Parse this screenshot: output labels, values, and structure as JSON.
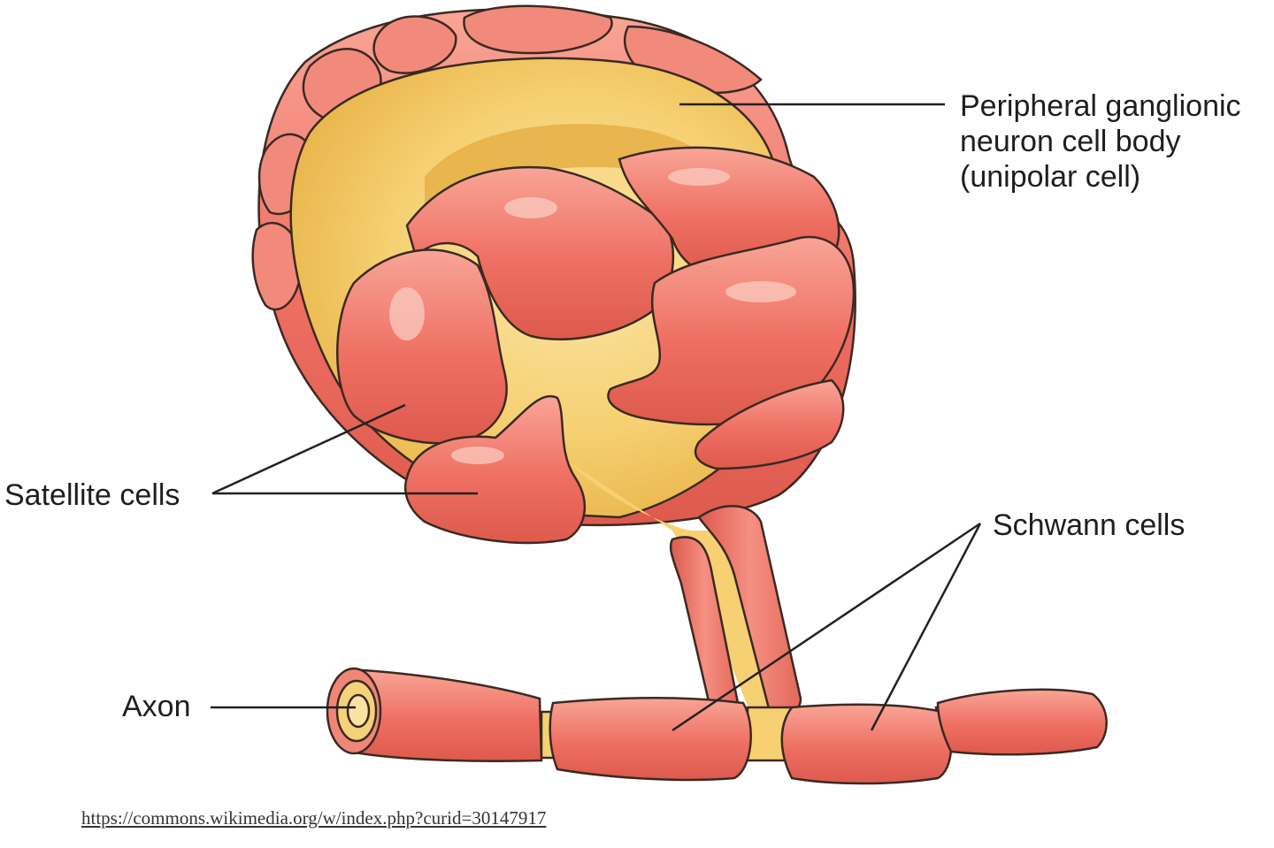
{
  "labels": {
    "peripheral_line1": "Peripheral ganglionic",
    "peripheral_line2": "neuron cell body",
    "peripheral_line3": "(unipolar cell)",
    "satellite": "Satellite cells",
    "schwann": "Schwann cells",
    "axon": "Axon"
  },
  "source_url": "https://commons.wikimedia.org/w/index.php?curid=30147917",
  "colors": {
    "cell_red": "#ef6f63",
    "cell_red_light": "#f79a8e",
    "cell_red_dark": "#d85347",
    "body_yellow": "#f6cf6a",
    "body_yellow_light": "#f9df97",
    "outline": "#3a2a22",
    "leader_line": "#222222"
  }
}
